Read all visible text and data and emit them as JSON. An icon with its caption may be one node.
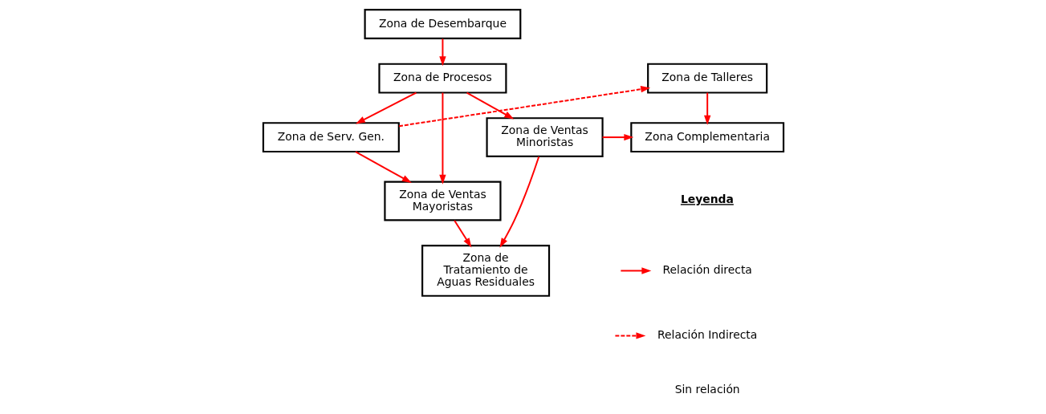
{
  "diagram": {
    "nodes": [
      {
        "text": [
          "Zona de Desembarque"
        ]
      },
      {
        "text": [
          "Zona de Talleres"
        ]
      },
      {
        "text": [
          "Zona de Procesos"
        ]
      },
      {
        "text": [
          "Zona de Serv. Gen."
        ]
      },
      {
        "text": [
          "Zona de Ventas Minoristas"
        ]
      },
      {
        "text": [
          "Zona Complementaria"
        ]
      },
      {
        "text": [
          "Zona de Ventas Mayoristas"
        ]
      },
      {
        "text": [
          "Zona de Tratamiento de Aguas Residuales"
        ]
      }
    ],
    "edges": [
      {
        "from": 0,
        "to": 2,
        "arrow": "to"
      },
      {
        "from": 3,
        "to": 1,
        "arrow": "to",
        "style": "dashed"
      },
      {
        "from": 1,
        "to": 5,
        "arrow": "to"
      },
      {
        "from": 2,
        "to": 3,
        "arrow": "to"
      },
      {
        "from": 2,
        "to": 6,
        "arrow": "to"
      },
      {
        "from": 2,
        "to": 4,
        "arrow": "to"
      },
      {
        "from": 4,
        "to": 5,
        "arrow": "to"
      },
      {
        "from": 3,
        "to": 6,
        "arrow": "to"
      },
      {
        "from": 6,
        "to": 7,
        "arrow": "to"
      },
      {
        "from": 4,
        "to": 7,
        "arrow": "to"
      }
    ],
    "labels": [
      "Leyenda"
    ],
    "legend": [
      {
        "text": "Relación directa"
      },
      {
        "text": "Relación Indirecta"
      },
      {
        "text": "Sin relación"
      }
    ]
  }
}
